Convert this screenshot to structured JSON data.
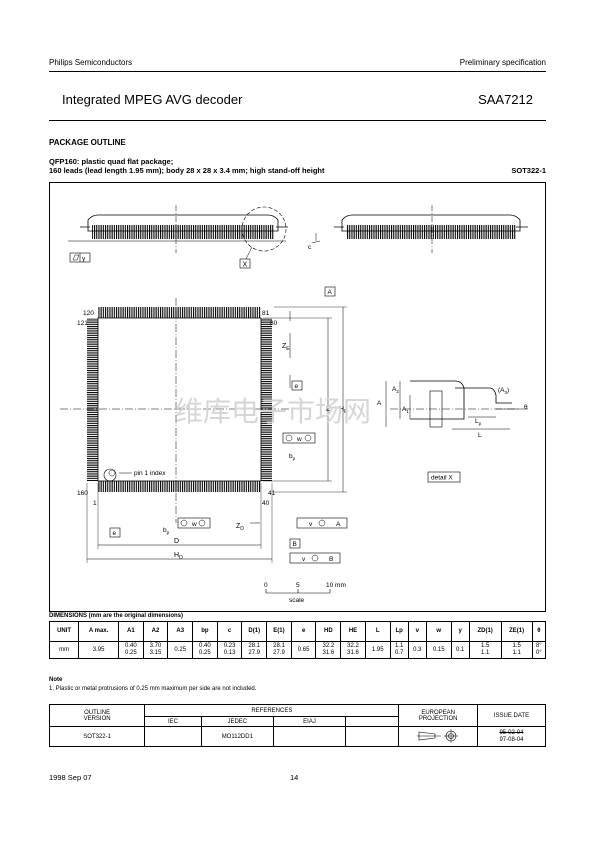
{
  "header": {
    "company": "Philips Semiconductors",
    "doc_type": "Preliminary specification",
    "product_title": "Integrated MPEG AVG decoder",
    "product_code": "SAA7212"
  },
  "section_title": "PACKAGE OUTLINE",
  "package": {
    "line1": "QFP160: plastic quad flat package;",
    "line2": "160 leads (lead length 1.95 mm); body 28 x 28 x 3.4 mm; high stand-off height",
    "code": "SOT322-1"
  },
  "drawing": {
    "pin_120": "120",
    "pin_81": "81",
    "pin_80": "80",
    "pin_121": "121",
    "pin_160": "160",
    "pin_1": "1",
    "pin_40": "40",
    "pin_41": "41",
    "pin1_index": "pin 1 index",
    "label_X": "X",
    "label_y": "y",
    "label_c": "c",
    "label_A": "A",
    "label_B": "B",
    "label_e": "e",
    "label_ZE": "Z",
    "label_ZE_sub": "E",
    "label_ZD": "Z",
    "label_ZD_sub": "D",
    "label_E": "E",
    "label_HE": "H",
    "label_HE_sub": "E",
    "label_D": "D",
    "label_HD": "H",
    "label_HD_sub": "D",
    "label_bp": "b",
    "label_bp_sub": "p",
    "label_w": "w",
    "label_M": "M",
    "label_v": "v",
    "label_A2": "A",
    "label_A2_sub": "2",
    "label_A1": "A",
    "label_A1_sub": "1",
    "label_A3": "(A",
    "label_A3_sub": "3",
    "label_A3_end": ")",
    "label_theta": "θ",
    "label_Lp": "L",
    "label_Lp_sub": "p",
    "label_L": "L",
    "detail_x": "detail X",
    "scale_0": "0",
    "scale_5": "5",
    "scale_10": "10 mm",
    "scale_word": "scale",
    "watermark": "维库电子市场网"
  },
  "dimensions": {
    "title": "DIMENSIONS (mm are the original dimensions)",
    "headers": [
      "UNIT",
      "A max.",
      "A1",
      "A2",
      "A3",
      "bp",
      "c",
      "D(1)",
      "E(1)",
      "e",
      "HD",
      "HE",
      "L",
      "Lp",
      "v",
      "w",
      "y",
      "ZD(1)",
      "ZE(1)",
      "θ"
    ],
    "row": [
      "mm",
      "3.95",
      "0.40\n0.25",
      "3.70\n3.15",
      "0.25",
      "0.40\n0.25",
      "0.23\n0.13",
      "28.1\n27.9",
      "28.1\n27.9",
      "0.65",
      "32.2\n31.6",
      "32.2\n31.6",
      "1.95",
      "1.1\n0.7",
      "0.3",
      "0.15",
      "0.1",
      "1.5\n1.1",
      "1.5\n1.1",
      "8°\n0°"
    ]
  },
  "note": {
    "title": "Note",
    "text": "1. Plastic or metal protrusions of 0.25 mm maximum per side are not included."
  },
  "references": {
    "outline_version": "OUTLINE\nVERSION",
    "references": "REFERENCES",
    "iec": "IEC",
    "jedec": "JEDEC",
    "eiaj": "EIAJ",
    "european_projection": "EUROPEAN\nPROJECTION",
    "issue_date": "ISSUE DATE",
    "row_version": "SOT322-1",
    "row_iec": "",
    "row_jedec": "MO112DD1",
    "row_eiaj": "",
    "issue_date_old": "95-02-04",
    "issue_date_new": "97-08-04"
  },
  "footer": {
    "date": "1998 Sep 07",
    "page": "14"
  }
}
